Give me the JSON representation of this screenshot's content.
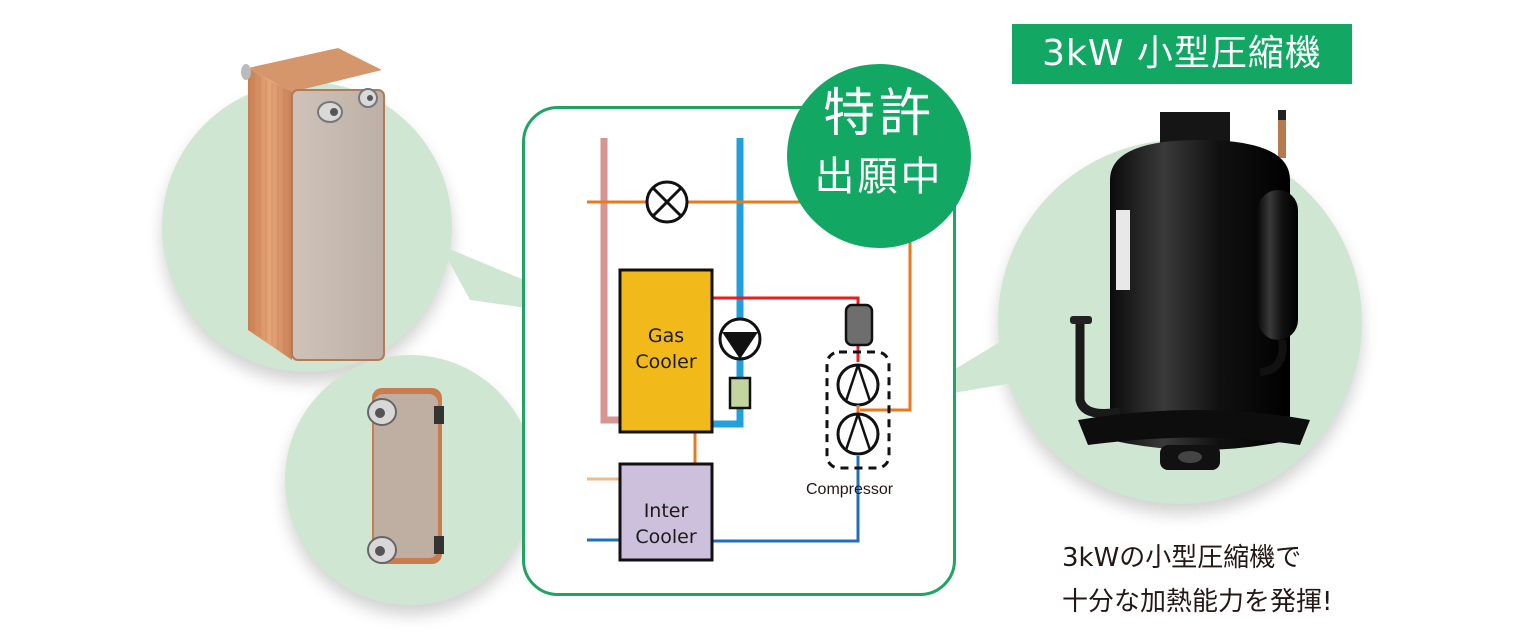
{
  "colors": {
    "brand_green": "#12a763",
    "frame_green": "#1fa463",
    "bubble_green": "#cfe6d2",
    "gas_cooler_fill": "#f2b91a",
    "inter_cooler_fill": "#ccc0dc",
    "pink_pipe": "#d69591",
    "blue_pipe": "#22a0dc",
    "orange_pipe": "#e87a1e",
    "red_pipe": "#e61e1e",
    "dark_blue_pipe": "#1f6fbf",
    "light_orange_pipe": "#f2b98a",
    "filter_fill": "#c3d4a0",
    "receiver_fill": "#6e6e6e"
  },
  "badge": {
    "line1": "特許",
    "line2": "出願中"
  },
  "product_banner": {
    "label": "3kW 小型圧縮機"
  },
  "caption": {
    "line1": "3kWの小型圧縮機で",
    "line2": "十分な加熱能力を発揮!"
  },
  "diagram": {
    "gas_cooler": {
      "line1": "Gas",
      "line2": "Cooler"
    },
    "inter_cooler": {
      "line1": "Inter",
      "line2": "Cooler"
    },
    "compressor_label": "Compressor",
    "symbols": [
      "expansion-valve",
      "pump",
      "filter",
      "receiver",
      "compressor-stage-1",
      "compressor-stage-2"
    ]
  },
  "photos": {
    "large_heat_exchanger": "brazed plate heat exchanger (large)",
    "small_heat_exchanger": "brazed plate heat exchanger (small)",
    "compressor": "rotary compressor (black)"
  }
}
